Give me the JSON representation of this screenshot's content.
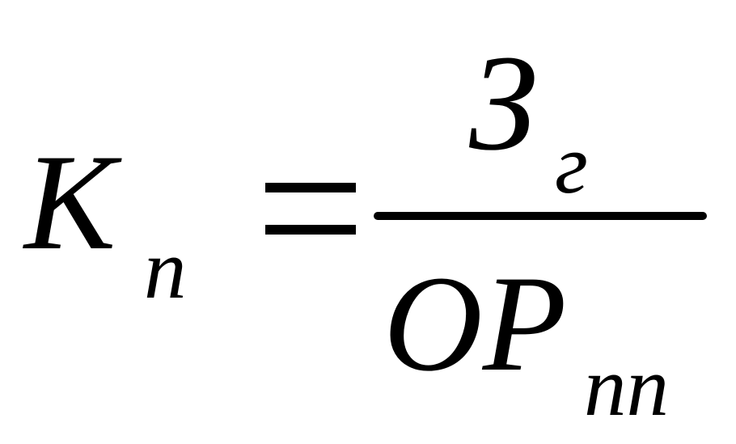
{
  "formula": {
    "lhs": {
      "symbol": "K",
      "subscript": "п"
    },
    "equals_sign": "=",
    "numerator": {
      "symbol": "З",
      "subscript": "г"
    },
    "denominator": {
      "symbol": "ОР",
      "subscript": "пп"
    }
  }
}
